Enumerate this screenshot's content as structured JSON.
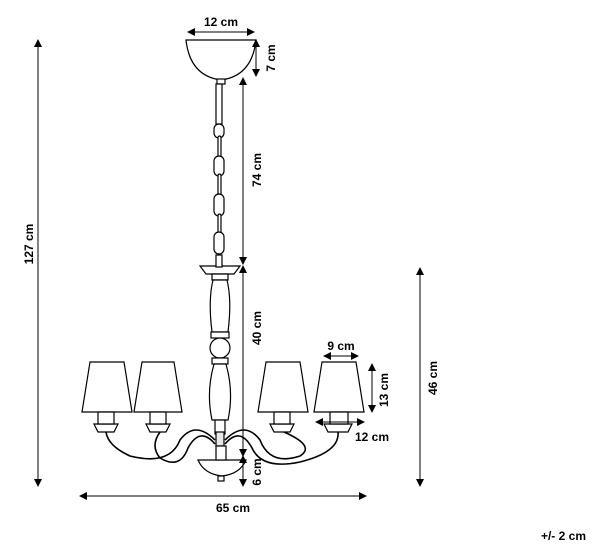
{
  "dimensions": {
    "canopy_width": "12 cm",
    "canopy_height": "7 cm",
    "chain_length": "74 cm",
    "total_height": "127 cm",
    "body_height": "40 cm",
    "shade_top_width": "9 cm",
    "shade_height": "13 cm",
    "shade_bottom_width": "12 cm",
    "fixture_height": "46 cm",
    "bottom_height": "6 cm",
    "total_width": "65 cm"
  },
  "tolerance": "+/- 2 cm"
}
